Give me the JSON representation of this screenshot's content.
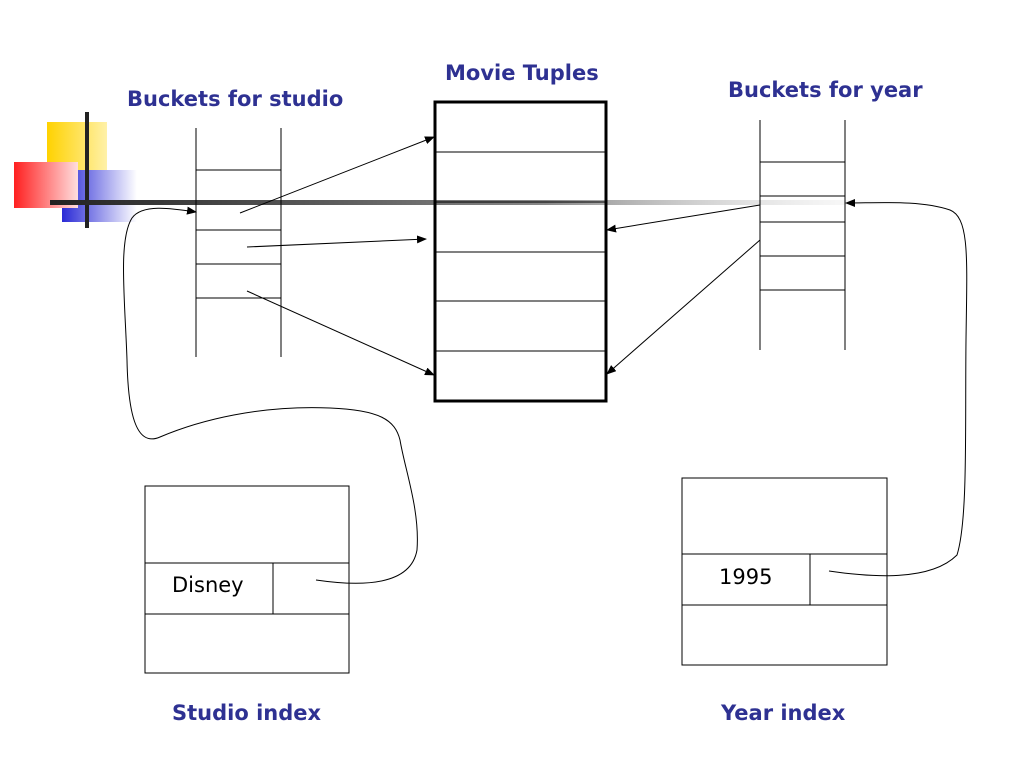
{
  "headings": {
    "buckets_studio": "Buckets for studio",
    "movie_tuples": "Movie Tuples",
    "buckets_year": "Buckets for year",
    "studio_index": "Studio index",
    "year_index": "Year index"
  },
  "studio_index": {
    "key": "Disney"
  },
  "year_index": {
    "key": "1995"
  },
  "colors": {
    "heading": "#2e3192",
    "line": "#000000",
    "deco_yellow": "#ffd200",
    "deco_red": "#ff3b3b",
    "deco_blue": "#2a2ad6"
  }
}
